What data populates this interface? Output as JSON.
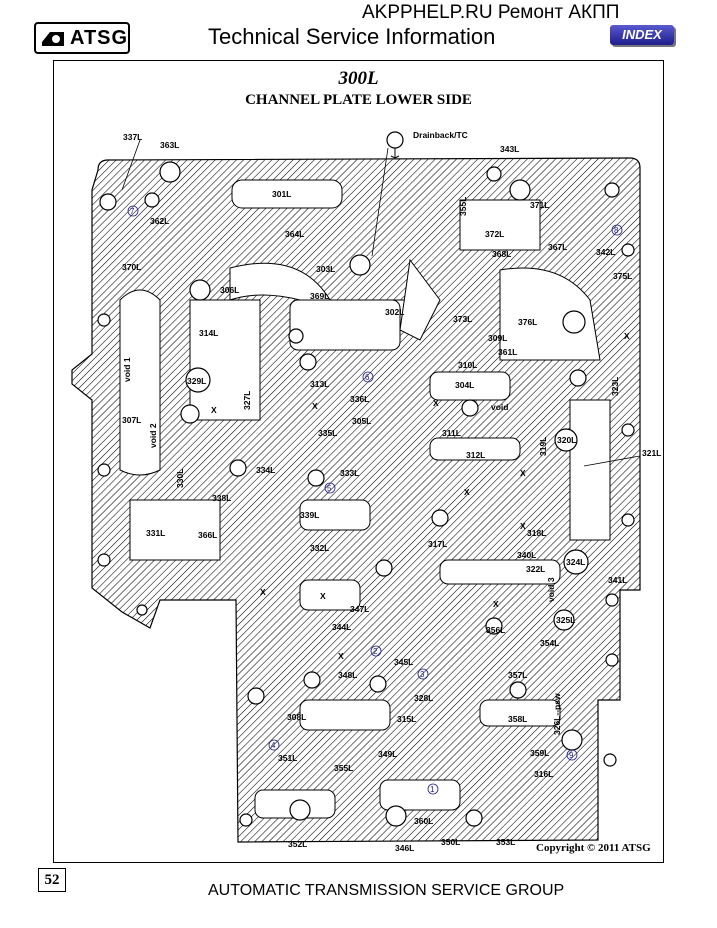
{
  "header": {
    "logo_text": "ATSG",
    "site_text": "AKPPHELP.RU Ремонт АКПП",
    "subtitle": "Technical Service Information",
    "index_button": "INDEX"
  },
  "diagram": {
    "title": "300L",
    "subtitle": "CHANNEL PLATE LOWER SIDE",
    "drainback_label": "Drainback/TC",
    "labels": [
      "337L",
      "363L",
      "343L",
      "301L",
      "371L",
      "355L",
      "362L",
      "342L",
      "364L",
      "372L",
      "370L",
      "303L",
      "368L",
      "367L",
      "375L",
      "306L",
      "369L",
      "302L",
      "373L",
      "376L",
      "314L",
      "309L",
      "361L",
      "310L",
      "304L",
      "323L",
      "329L",
      "313L",
      "336L",
      "305L",
      "327L",
      "void",
      "307L",
      "void 1",
      "void 2",
      "335L",
      "311L",
      "319L",
      "320L",
      "312L",
      "321L",
      "334L",
      "333L",
      "330L",
      "338L",
      "339L",
      "318L",
      "331L",
      "366L",
      "317L",
      "332L",
      "340L",
      "322L",
      "324L",
      "341L",
      "void 3",
      "347L",
      "356L",
      "325L",
      "344L",
      "354L",
      "345L",
      "348L",
      "357L",
      "328L",
      "308L",
      "315L",
      "358L",
      "326L--psw",
      "349L",
      "359L",
      "351L",
      "355L",
      "316L",
      "360L",
      "352L",
      "346L",
      "350L",
      "353L"
    ],
    "circled_numbers": [
      "7",
      "6",
      "5",
      "2",
      "3",
      "4",
      "1",
      "8",
      "9"
    ],
    "x_marks": [
      "X",
      "X",
      "X",
      "X",
      "X",
      "X",
      "X",
      "X",
      "X",
      "X",
      "X"
    ],
    "copyright": "Copyright © 2011 ATSG"
  },
  "footer": {
    "page_number": "52",
    "company": "AUTOMATIC TRANSMISSION SERVICE GROUP"
  }
}
